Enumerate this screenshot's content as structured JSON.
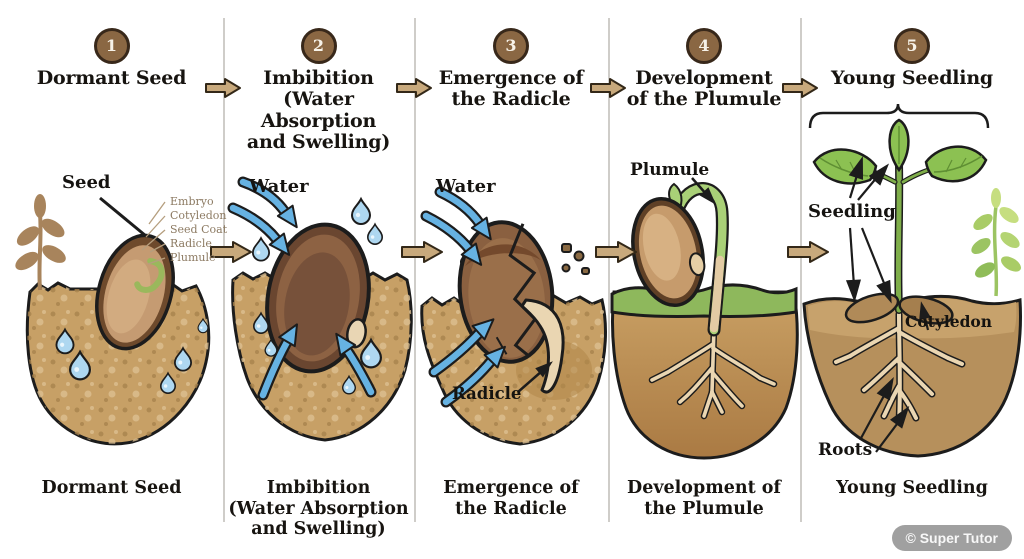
{
  "watermark": {
    "label": "© Super Tutor"
  },
  "colors": {
    "circle_brown": "#8a6743",
    "flow_arrow_tan": "#c8a97c",
    "water_blue": "#66b2e2",
    "drop_blue": "#aed7f0",
    "leaf_green": "#8cc152",
    "soil_tan": "#c7a066",
    "seed_brown": "#7c5437",
    "radicle_cream": "#ead6b2",
    "outline": "#1c1c1c",
    "watermark_bg": "#a0a0a0"
  },
  "stages": [
    {
      "number": "1",
      "title": "Dormant Seed",
      "caption": "Dormant Seed"
    },
    {
      "number": "2",
      "title": "Imbibition\n(Water Absorption\nand Swelling)",
      "caption": "Imbibition\n(Water Absorption\nand Swelling)"
    },
    {
      "number": "3",
      "title": "Emergence of\nthe Radicle",
      "caption": "Emergence of\nthe Radicle"
    },
    {
      "number": "4",
      "title": "Development\nof the Plumule",
      "caption": "Development of\nthe Plumule"
    },
    {
      "number": "5",
      "title": "Young Seedling",
      "caption": "Young Seedling"
    }
  ],
  "panel1": {
    "seed_label": "Seed",
    "part_labels": [
      "Embryo",
      "Cotyledon",
      "Seed Coat",
      "Radicle",
      "Plumule"
    ]
  },
  "panel2": {
    "water_label": "Water"
  },
  "panel3": {
    "water_label": "Water",
    "radicle_label": "Radicle"
  },
  "panel4": {
    "plumule_label": "Plumule"
  },
  "panel5": {
    "seedling_label": "Seedling",
    "cotyledon_label": "Cotyledon",
    "roots_label": "Roots"
  }
}
